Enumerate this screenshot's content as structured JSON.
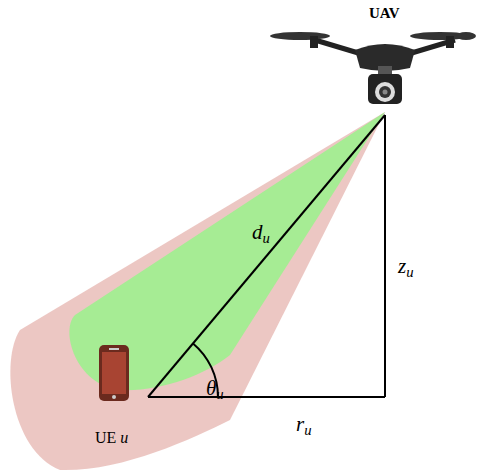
{
  "diagram": {
    "labels": [
      "UAV",
      "du",
      "zu",
      "θu",
      "ru",
      "UE u"
    ]
  }
}
